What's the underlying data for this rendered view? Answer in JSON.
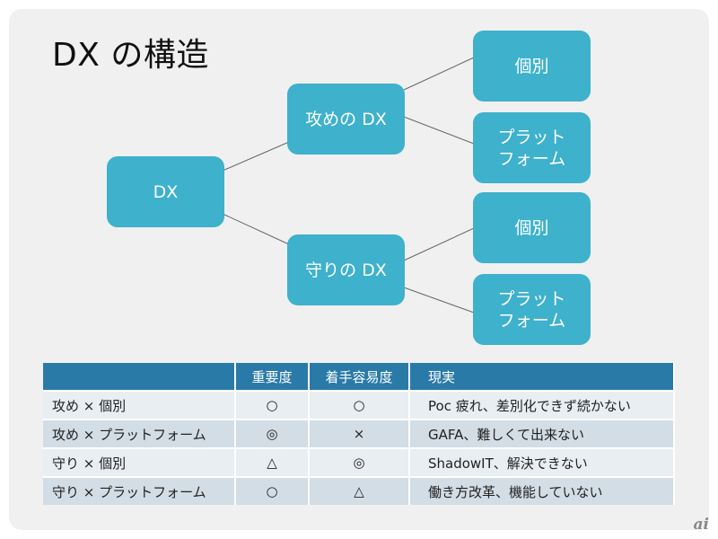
{
  "title": "DX の構造",
  "tree": {
    "root": "DX",
    "branches": [
      {
        "label": "攻めの DX",
        "children": [
          "個別",
          "プラット\nフォーム"
        ]
      },
      {
        "label": "守りの DX",
        "children": [
          "個別",
          "プラット\nフォーム"
        ]
      }
    ]
  },
  "table": {
    "headers": [
      "",
      "重要度",
      "着手容易度",
      "現実"
    ],
    "rows": [
      [
        "攻め × 個別",
        "○",
        "○",
        "Poc 疲れ、差別化できず続かない"
      ],
      [
        "攻め × プラットフォーム",
        "◎",
        "×",
        "GAFA、難しくて出来ない"
      ],
      [
        "守り × 個別",
        "△",
        "◎",
        "ShadowIT、解決できない"
      ],
      [
        "守り × プラットフォーム",
        "○",
        "△",
        "働き方改革、機能していない"
      ]
    ]
  },
  "logo": "ai",
  "colors": {
    "node": "#3eb1cc",
    "header": "#2a7aa8",
    "row_light": "#e8eef2",
    "row_dark": "#d2dde5"
  }
}
